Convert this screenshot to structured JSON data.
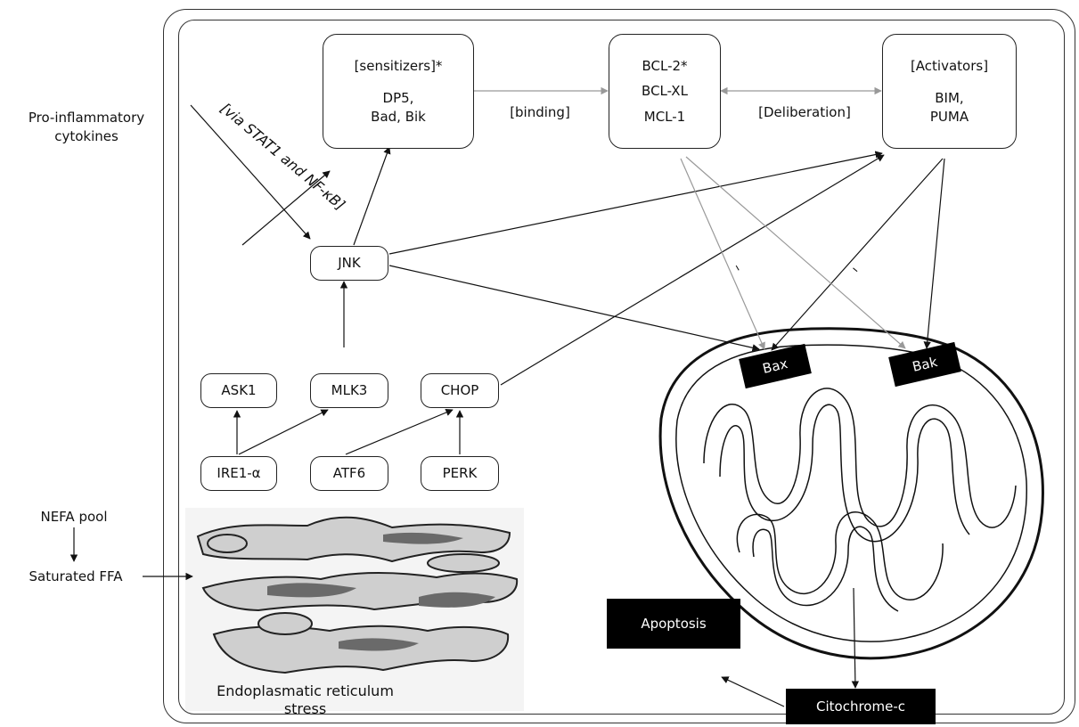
{
  "external": {
    "cytokines": "Pro-inflammatory\ncytokines",
    "nefa": "NEFA pool",
    "ffa": "Saturated FFA"
  },
  "via_label": "[via STAT1 and NF-κB]",
  "sensitizers": {
    "title": "[sensitizers]*",
    "body": "DP5,\nBad, Bik"
  },
  "bcl": {
    "line1": "BCL-2*",
    "line2": "BCL-XL",
    "line3": "MCL-1"
  },
  "activators": {
    "title": "[Activators]",
    "body": "BIM,\nPUMA"
  },
  "binding": "[binding]",
  "deliberation": "[Deliberation]",
  "nodes": {
    "jnk": "JNK",
    "ask1": "ASK1",
    "mlk3": "MLK3",
    "chop": "CHOP",
    "ire1": "IRE1-α",
    "atf6": "ATF6",
    "perk": "PERK"
  },
  "bax": "Bax",
  "bak": "Bak",
  "apoptosis": "Apoptosis",
  "citochrome": "Citochrome-c",
  "er_caption": "Endoplasmatic reticulum\nstress",
  "inhibit_mark": "–"
}
